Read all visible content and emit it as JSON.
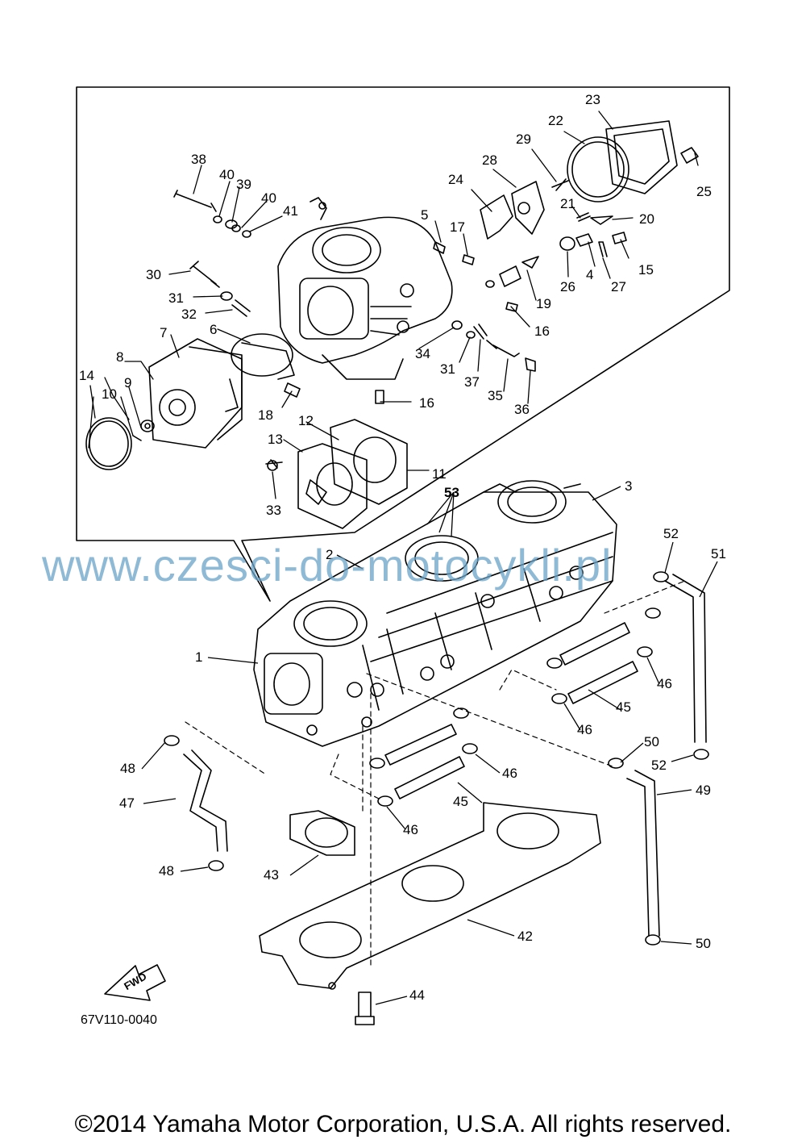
{
  "watermark": "www.czesci-do-motocykli.pl",
  "diagram_code": "67V110-0040",
  "copyright": "©2014 Yamaha Motor Corporation, U.S.A. All rights reserved.",
  "fwd_label": "FWD",
  "callouts": {
    "c1": "1",
    "c2": "2",
    "c3": "3",
    "c4": "4",
    "c5": "5",
    "c6": "6",
    "c7": "7",
    "c8": "8",
    "c9": "9",
    "c10": "10",
    "c11": "11",
    "c12": "12",
    "c13": "13",
    "c14": "14",
    "c15": "15",
    "c16a": "16",
    "c16b": "16",
    "c17": "17",
    "c18": "18",
    "c19": "19",
    "c20": "20",
    "c21": "21",
    "c22": "22",
    "c23": "23",
    "c24": "24",
    "c25": "25",
    "c26": "26",
    "c27": "27",
    "c28": "28",
    "c29": "29",
    "c30": "30",
    "c31a": "31",
    "c31b": "31",
    "c32": "32",
    "c33": "33",
    "c34": "34",
    "c35": "35",
    "c36": "36",
    "c37": "37",
    "c38": "38",
    "c39": "39",
    "c40a": "40",
    "c40b": "40",
    "c41": "41",
    "c42": "42",
    "c43": "43",
    "c44": "44",
    "c45a": "45",
    "c45b": "45",
    "c46a": "46",
    "c46b": "46",
    "c46c": "46",
    "c46d": "46",
    "c47": "47",
    "c48a": "48",
    "c48b": "48",
    "c49": "49",
    "c50a": "50",
    "c50b": "50",
    "c51": "51",
    "c52a": "52",
    "c52b": "52",
    "c53": "53"
  }
}
